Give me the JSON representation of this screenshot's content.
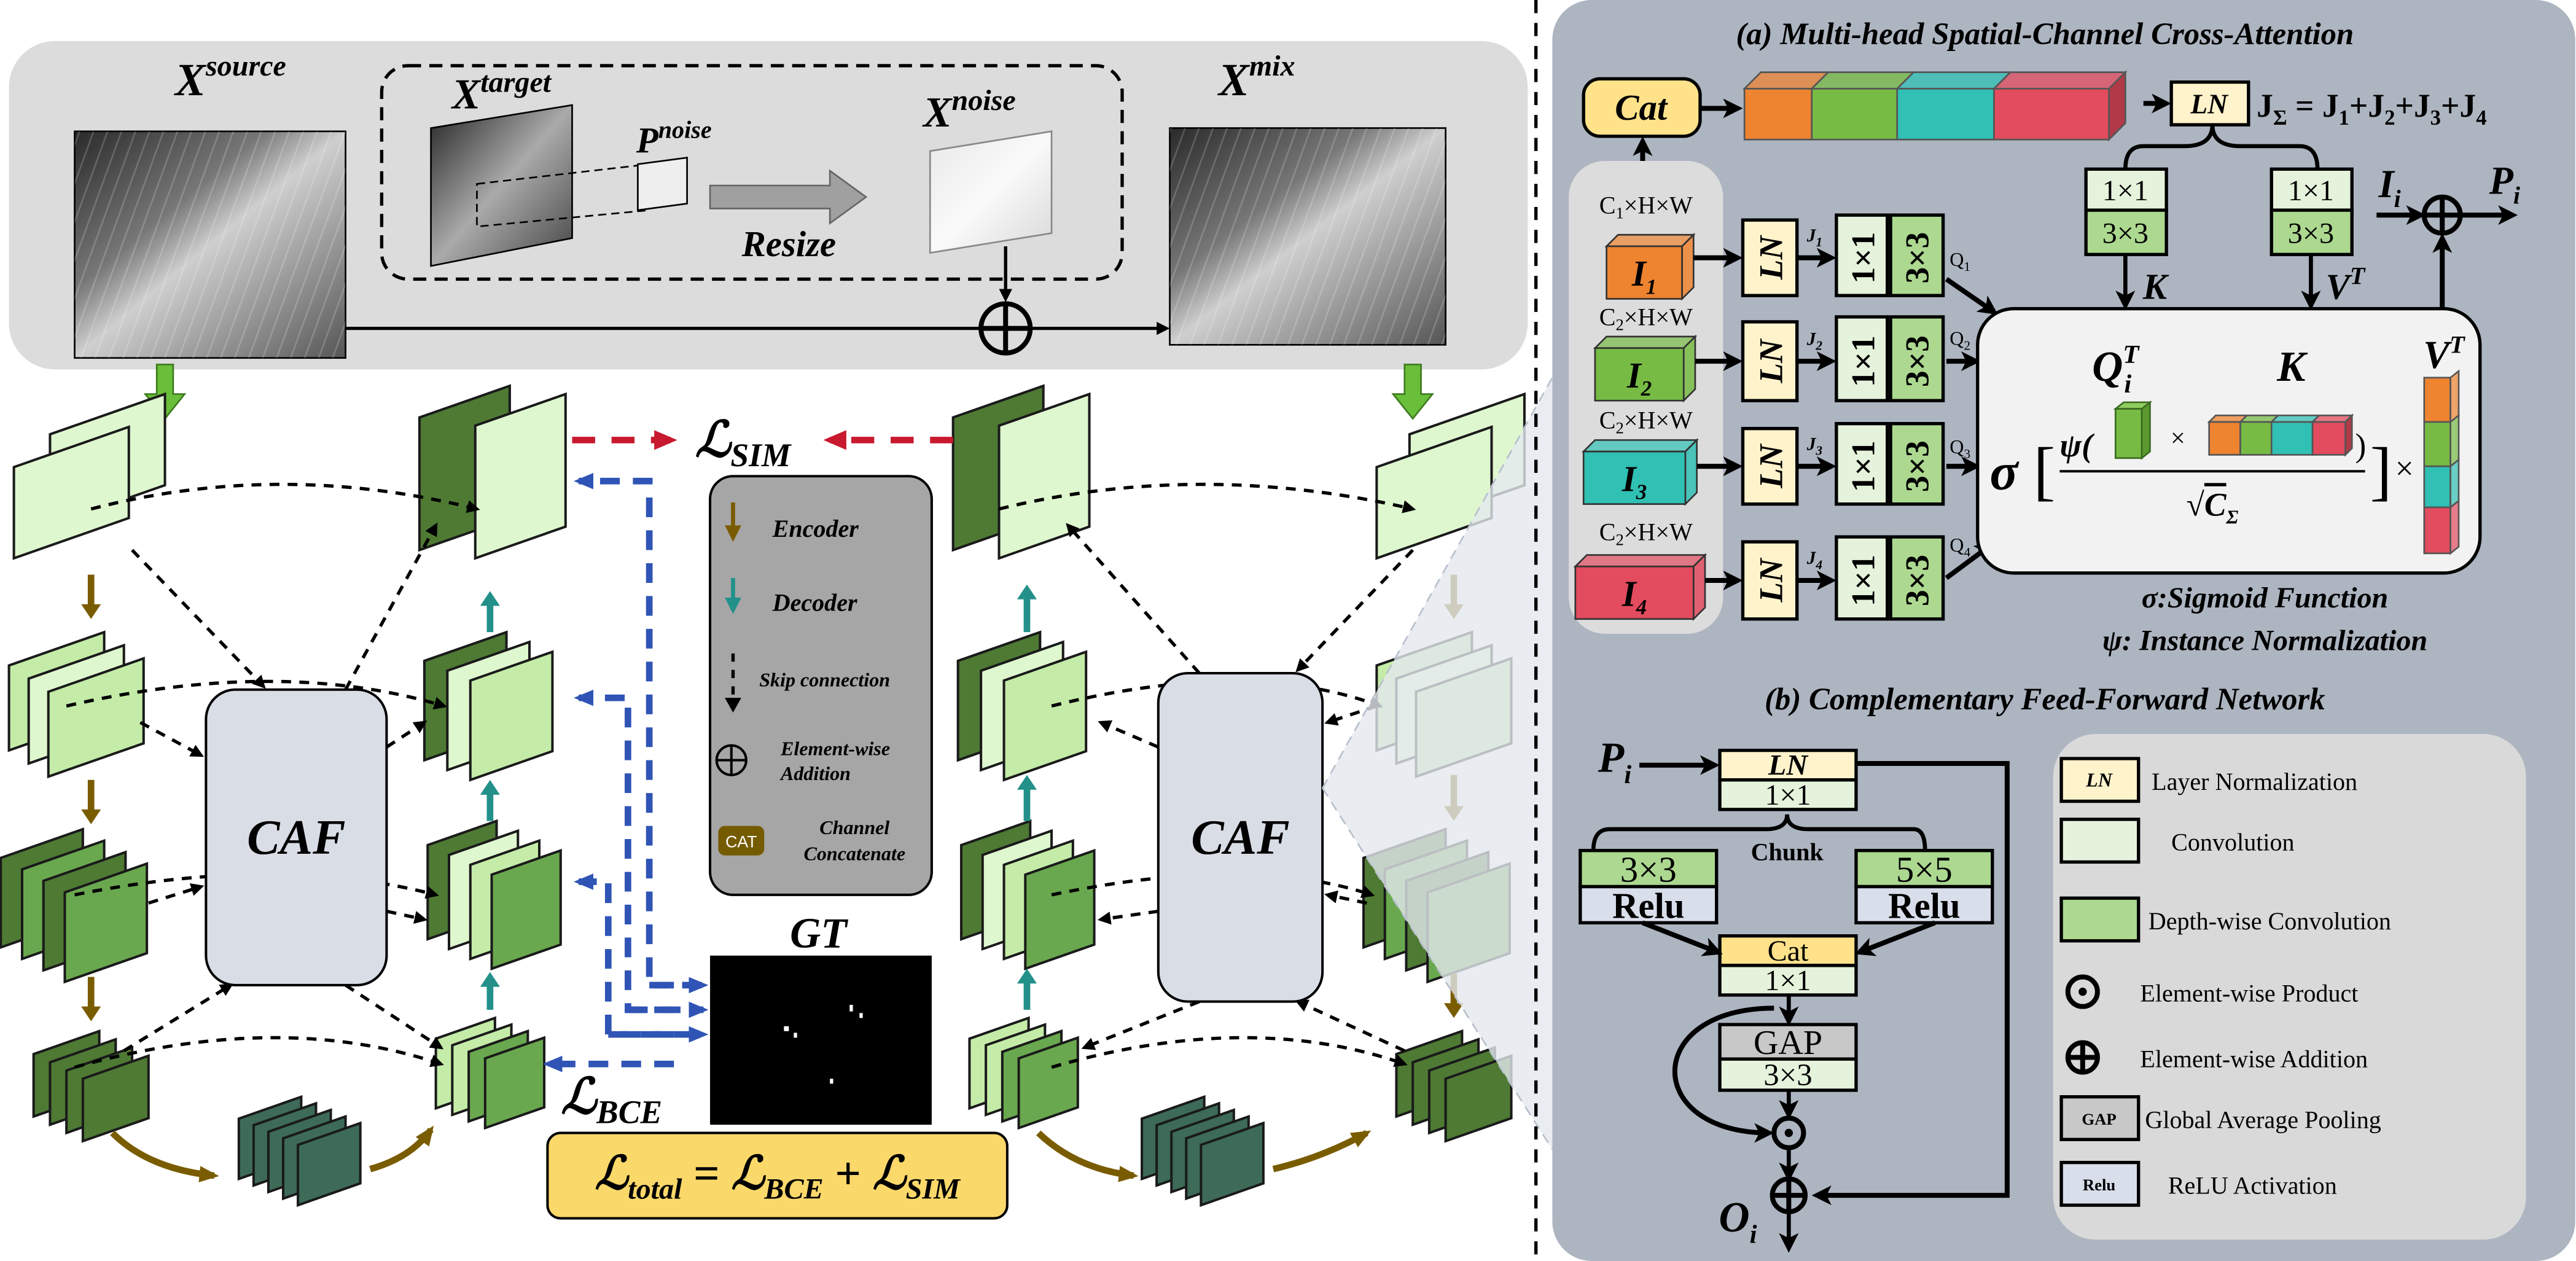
{
  "colors": {
    "encoder_arrow": "#7a5c00",
    "decoder_arrow": "#23918a",
    "loss_sim_arrow": "#c8192e",
    "loss_bce_arrow": "#2f54b5",
    "panel_bg": "#adb5c1",
    "ln_fill": "#fff3cc",
    "conv_fill": "#e6f3dc",
    "dwconv_fill": "#acd890",
    "cat_fill": "#ffe28a",
    "gap_fill": "#c8c8c8",
    "relu_fill": "#d9dfea",
    "head_colors": [
      "#ee8330",
      "#77bb44",
      "#30c0b4",
      "#e34b5e"
    ]
  },
  "pipeline": {
    "x_source": {
      "base": "X",
      "sup": "source"
    },
    "x_target": {
      "base": "X",
      "sup": "target"
    },
    "p_noise": {
      "base": "P",
      "sup": "noise"
    },
    "x_noise": {
      "base": "X",
      "sup": "noise"
    },
    "x_mix": {
      "base": "X",
      "sup": "mix"
    },
    "resize": "Resize",
    "addition_symbol": "⊕"
  },
  "network": {
    "caf_left": "CAF",
    "caf_right": "CAF",
    "loss_sim": {
      "base": "ℒ",
      "sub": "SIM"
    },
    "loss_bce": {
      "base": "ℒ",
      "sub": "BCE"
    },
    "gt": "GT",
    "loss_total": [
      "ℒ",
      "total",
      " = ",
      "ℒ",
      "BCE",
      " + ",
      "ℒ",
      "SIM"
    ],
    "legend": {
      "encoder": "Encoder",
      "decoder": "Decoder",
      "skip": "Skip connection",
      "addition_1": "Element-wise",
      "addition_2": "Addition",
      "cat_badge": "CAT",
      "cat_1": "Channel",
      "cat_2": "Concatenate"
    }
  },
  "panel_a": {
    "title": "(a) Multi-head Spatial-Channel Cross-Attention",
    "cat": "Cat",
    "ln": "LN",
    "j_formula": [
      "J",
      "Σ",
      " = J",
      "1",
      "+J",
      "2",
      "+J",
      "3",
      "+J",
      "4"
    ],
    "conv1": "1×1",
    "conv3": "3×3",
    "k_label": "K",
    "v_label": {
      "base": "V",
      "sup": "T"
    },
    "i_label": {
      "base": "I",
      "sub": "i"
    },
    "p_label": {
      "base": "P",
      "sub": "i"
    },
    "inputs": [
      {
        "shape": {
          "c": "C",
          "ci": "1",
          "rest": "×H×W"
        },
        "name": "I",
        "idx": "1",
        "j": "J",
        "jidx": "1",
        "q": "Q",
        "qidx": "1"
      },
      {
        "shape": {
          "c": "C",
          "ci": "2",
          "rest": "×H×W"
        },
        "name": "I",
        "idx": "2",
        "j": "J",
        "jidx": "2",
        "q": "Q",
        "qidx": "2"
      },
      {
        "shape": {
          "c": "C",
          "ci": "2",
          "rest": "×H×W"
        },
        "name": "I",
        "idx": "3",
        "j": "J",
        "jidx": "3",
        "q": "Q",
        "qidx": "3"
      },
      {
        "shape": {
          "c": "C",
          "ci": "2",
          "rest": "×H×W"
        },
        "name": "I",
        "idx": "4",
        "j": "J",
        "jidx": "4",
        "q": "Q",
        "qidx": "4"
      }
    ],
    "formula": {
      "q": "Q",
      "q_sup": "T",
      "q_sub": "i",
      "k": "K",
      "sigma": "σ",
      "lbracket": "[",
      "rbracket": "]",
      "psi": "ψ(",
      "times": "×",
      "rparen": ")",
      "sqrt": "√",
      "c": "C",
      "c_sub": "Σ",
      "times2": "×",
      "v": "V",
      "v_sup": "T"
    },
    "sigma_note": "σ:Sigmoid Function",
    "psi_note": "ψ: Instance Normalization"
  },
  "panel_b": {
    "title": "(b) Complementary Feed-Forward Network",
    "p_label": {
      "base": "P",
      "sub": "i"
    },
    "o_label": {
      "base": "O",
      "sub": "i"
    },
    "ln": "LN",
    "conv1a": "1×1",
    "chunk": "Chunk",
    "dw3": "3×3",
    "dw5": "5×5",
    "relu": "Relu",
    "cat": "Cat",
    "conv1b": "1×1",
    "gap": "GAP",
    "conv3": "3×3",
    "product_symbol": "⊙",
    "addition_symbol": "⊕",
    "legend": [
      {
        "badge": "LN",
        "label": "Layer Normalization"
      },
      {
        "badge": "",
        "label": "Convolution"
      },
      {
        "badge": "",
        "label": "Depth-wise Convolution"
      },
      {
        "badge": "⊙",
        "label": "Element-wise Product"
      },
      {
        "badge": "⊕",
        "label": "Element-wise Addition"
      },
      {
        "badge": "GAP",
        "label": "Global Average Pooling"
      },
      {
        "badge": "Relu",
        "label": "ReLU Activation"
      }
    ]
  }
}
